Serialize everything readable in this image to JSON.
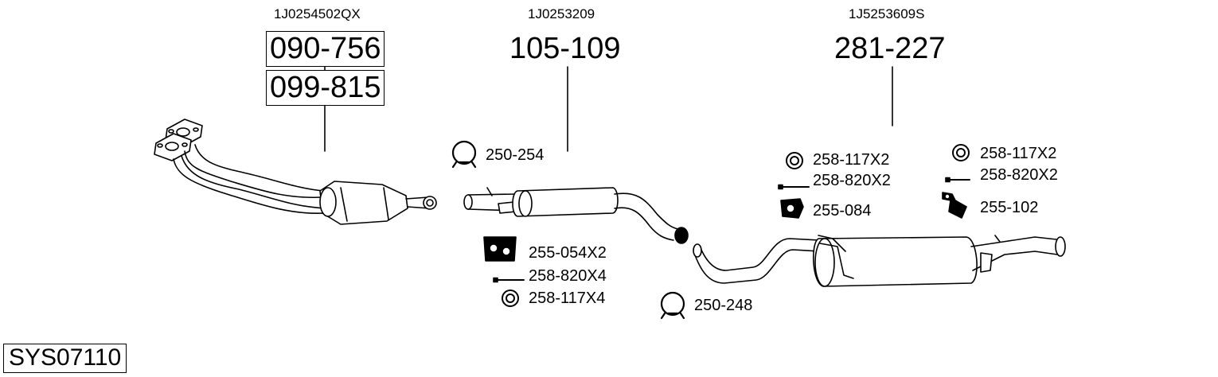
{
  "system_code": "SYS07110",
  "groups": [
    {
      "oe_number": "1J0254502QX",
      "part_numbers": [
        "090-756",
        "099-815"
      ]
    },
    {
      "oe_number": "1J0253209",
      "part_numbers": [
        "105-109"
      ]
    },
    {
      "oe_number": "1J5253609S",
      "part_numbers": [
        "281-227"
      ]
    }
  ],
  "accessories": [
    {
      "label": "250-254",
      "icon": "clamp-icon"
    },
    {
      "label": "255-054X2",
      "icon": "bracket-icon"
    },
    {
      "label": "258-820X4",
      "icon": "bolt-icon"
    },
    {
      "label": "258-117X4",
      "icon": "washer-icon"
    },
    {
      "label": "250-248",
      "icon": "clamp-icon"
    },
    {
      "label": "258-117X2",
      "icon": "washer-icon"
    },
    {
      "label": "258-820X2",
      "icon": "bolt-icon"
    },
    {
      "label": "255-084",
      "icon": "hanger-icon"
    },
    {
      "label": "258-117X2",
      "icon": "washer-icon"
    },
    {
      "label": "258-820X2",
      "icon": "bolt-icon"
    },
    {
      "label": "255-102",
      "icon": "hanger-icon"
    }
  ]
}
